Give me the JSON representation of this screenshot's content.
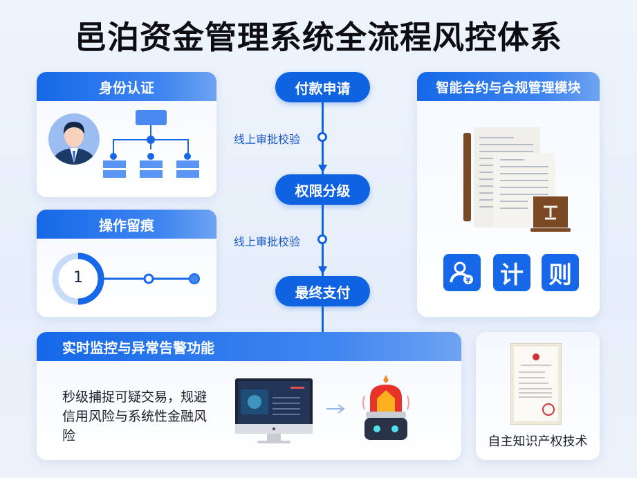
{
  "title": "邑泊资金管理系统全流程风控体系",
  "identity": {
    "header": "身份认证"
  },
  "trace": {
    "header": "操作留痕",
    "step": "1"
  },
  "flow": {
    "steps": [
      "付款申请",
      "权限分级",
      "最终支付"
    ],
    "checks": [
      "线上审批校验",
      "线上审批校验"
    ],
    "accent": "#0f62e0"
  },
  "contract": {
    "header": "智能合约与合规管理模块",
    "badges": [
      "计",
      "则"
    ]
  },
  "monitor": {
    "header": "实时监控与异常告警功能",
    "description": "秒级捕捉可疑交易，规避信用风险与系统性金融风险"
  },
  "ip": {
    "caption": "自主知识产权技术"
  }
}
